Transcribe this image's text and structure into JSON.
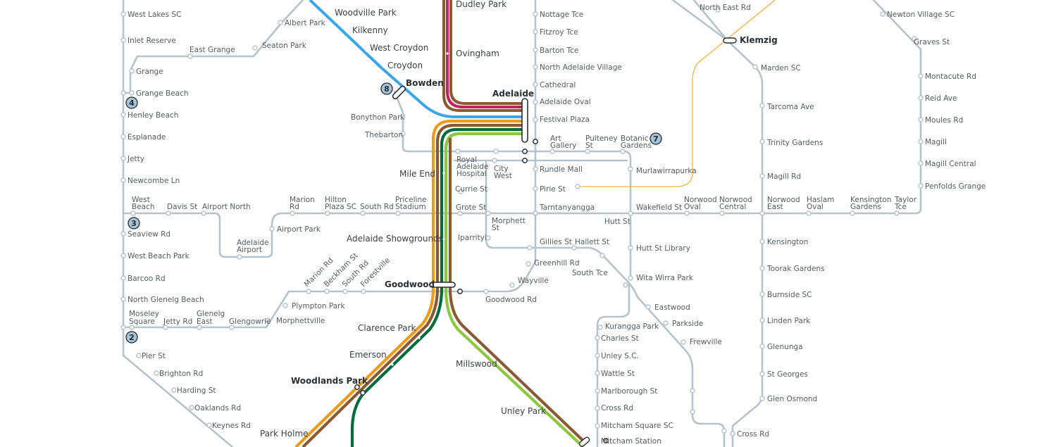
{
  "colors": {
    "bus": "#b5c3cc",
    "tram": "#b5c3cc",
    "gawler": "#c0245c",
    "outer_harbor": "#3aa6e8",
    "belair": "#8a5a33",
    "seaford": "#f09a1a",
    "flinders": "#8dc63f",
    "tonsley": "#006b3c",
    "obahn": "#f5b240",
    "grange_brown": "#8a5a33"
  },
  "badges": [
    "4",
    "3",
    "2",
    "8",
    "7"
  ],
  "labels": {
    "west_lakes_sc": "West Lakes SC",
    "inlet_reserve": "Inlet Reserve",
    "grange": "Grange",
    "grange_beach": "Grange Beach",
    "henley_beach": "Henley Beach",
    "esplanade": "Esplanade",
    "jetty": "Jetty",
    "newcombe_ln": "Newcombe Ln",
    "west_beach_1": "West",
    "west_beach_2": "Beach",
    "davis_st": "Davis St",
    "airport_north": "Airport North",
    "seaview_rd": "Seaview Rd",
    "west_beach_park": "West Beach Park",
    "barcoo_rd": "Barcoo Rd",
    "north_glenelg_beach": "North Glenelg Beach",
    "moseley_1": "Moseley",
    "moseley_2": "Square",
    "jetty_rd": "Jetty Rd",
    "glenelg_east_1": "Glenelg",
    "glenelg_east_2": "East",
    "glengowrie": "Glengowrie",
    "morphettville": "Morphettville",
    "plympton_park": "Plympton Park",
    "pier_st": "Pier St",
    "brighton_rd": "Brighton Rd",
    "harding_st": "Harding St",
    "oaklands_rd": "Oaklands Rd",
    "keynes_rd": "Keynes Rd",
    "albert_park": "Albert Park",
    "east_grange": "East Grange",
    "seaton_park": "Seaton Park",
    "woodville_park": "Woodville Park",
    "kilkenny": "Kilkenny",
    "west_croydon": "West Croydon",
    "croydon": "Croydon",
    "bowden": "Bowden",
    "bonython_park": "Bonython Park",
    "thebarton": "Thebarton",
    "dudley_park": "Dudley Park",
    "ovingham": "Ovingham",
    "adelaide": "Adelaide",
    "mile_end": "Mile End",
    "adelaide_showgrounds": "Adelaide Showgrounds",
    "goodwood": "Goodwood",
    "clarence_park": "Clarence Park",
    "emerson": "Emerson",
    "woodlands_park": "Woodlands Park",
    "park_holme": "Park Holme",
    "millswood": "Millswood",
    "unley_park": "Unley Park",
    "marion_rd_1": "Marion",
    "marion_rd_2": "Rd",
    "hilton_1": "Hilton",
    "hilton_2": "Plaza SC",
    "south_rd": "South Rd",
    "priceline_1": "Priceline",
    "priceline_2": "Stadium",
    "adelaide_airport_1": "Adelaide",
    "adelaide_airport_2": "Airport",
    "airport_park": "Airport Park",
    "marion_rd_diag": "Marion Rd",
    "beckham_st": "Beckham St",
    "south_rd_diag": "South Rd",
    "forestville": "Forestville",
    "goodwood_rd": "Goodwood Rd",
    "wayville": "Wayville",
    "greenhill_rd": "Greenhill Rd",
    "gillies_st": "Gillies St",
    "hallett_st": "Hallett St",
    "south_tce": "South Tce",
    "iparrityi": "Iparrityi",
    "morphett_1": "Morphett",
    "morphett_2": "St",
    "grote_st": "Grote St",
    "currie_st": "Currie St",
    "royal_1": "Royal",
    "royal_2": "Adelaide",
    "royal_3": "Hospital",
    "city_west_1": "City",
    "city_west_2": "West",
    "nottage_tce": "Nottage Tce",
    "fitzroy_tce": "Fitzroy Tce",
    "barton_tce": "Barton Tce",
    "north_adelaide_village": "North Adelaide Village",
    "cathedral": "Cathedral",
    "adelaide_oval": "Adelaide Oval",
    "festival_plaza": "Festival Plaza",
    "art_gallery_1": "Art",
    "art_gallery_2": "Gallery",
    "pulteney_1": "Pulteney",
    "pulteney_2": "St",
    "botanic_1": "Botanic",
    "botanic_2": "Gardens",
    "rundle_mall": "Rundle Mall",
    "pirie_st": "Pirie St",
    "tarntanyangga": "Tarntanyangga",
    "murlawirrapurka": "Murlawirrapurka",
    "wakefield_st": "Wakefield St",
    "hutt_st": "Hutt St",
    "hutt_st_library": "Hutt St Library",
    "wita_wirra_park": "Wita Wirra Park",
    "eastwood": "Eastwood",
    "parkside": "Parkside",
    "frewville": "Frewville",
    "kurangga_park": "Kurangga Park",
    "charles_st": "Charles St",
    "unley_sc": "Unley S.C.",
    "wattle_st": "Wattle St",
    "marlborough_st": "Marlborough St",
    "cross_rd_w": "Cross Rd",
    "mitcham_square_sc": "Mitcham Square SC",
    "mitcham_station": "Mitcham Station",
    "north_east_rd": "North East Rd",
    "klemzig": "Klemzig",
    "marden_sc": "Marden SC",
    "tarcoma_ave": "Tarcoma Ave",
    "trinity_gardens": "Trinity Gardens",
    "magill_rd": "Magill Rd",
    "norwood_oval_1": "Norwood",
    "norwood_oval_2": "Oval",
    "norwood_central_1": "Norwood",
    "norwood_central_2": "Central",
    "norwood_east_1": "Norwood",
    "norwood_east_2": "East",
    "haslam_1": "Haslam",
    "haslam_2": "Oval",
    "kensington_gardens_1": "Kensington",
    "kensington_gardens_2": "Gardens",
    "taylor_1": "Taylor",
    "taylor_2": "Tce",
    "kensington": "Kensington",
    "toorak_gardens": "Toorak Gardens",
    "burnside_sc": "Burnside SC",
    "linden_park": "Linden Park",
    "glenunga": "Glenunga",
    "st_georges": "St Georges",
    "glen_osmond": "Glen Osmond",
    "cross_rd_e": "Cross Rd",
    "newton_village_sc": "Newton Village SC",
    "graves_st": "Graves St",
    "montacute_rd": "Montacute Rd",
    "reid_ave": "Reid Ave",
    "moules_rd": "Moules Rd",
    "magill": "Magill",
    "magill_central": "Magill Central",
    "penfolds_grange": "Penfolds Grange"
  }
}
